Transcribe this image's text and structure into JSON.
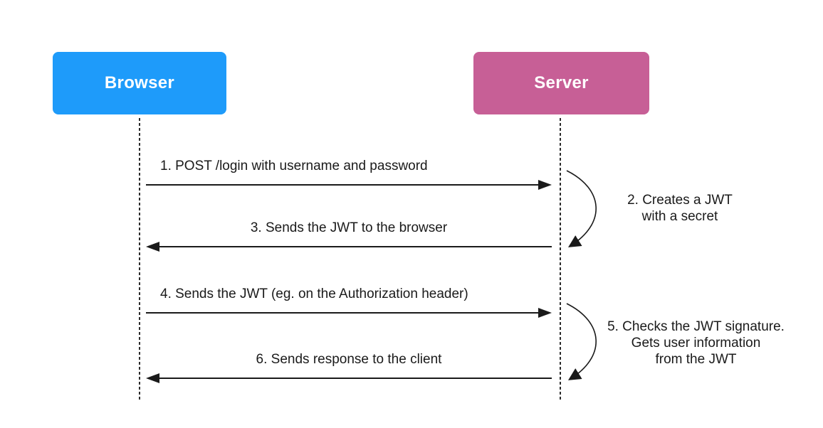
{
  "diagram": {
    "type": "sequence",
    "actors": [
      {
        "id": "browser",
        "label": "Browser"
      },
      {
        "id": "server",
        "label": "Server"
      }
    ],
    "messages": [
      {
        "step": 1,
        "kind": "arrow",
        "from": "browser",
        "to": "server",
        "label": "1. POST /login with username and password"
      },
      {
        "step": 2,
        "kind": "self",
        "actor": "server",
        "lines": [
          "2. Creates a JWT",
          "with a secret"
        ]
      },
      {
        "step": 3,
        "kind": "arrow",
        "from": "server",
        "to": "browser",
        "label": "3. Sends the JWT to the browser"
      },
      {
        "step": 4,
        "kind": "arrow",
        "from": "browser",
        "to": "server",
        "label": "4. Sends the JWT (eg. on the Authorization header)"
      },
      {
        "step": 5,
        "kind": "self",
        "actor": "server",
        "lines": [
          "5. Checks the JWT signature.",
          "Gets user information",
          "from the JWT"
        ]
      },
      {
        "step": 6,
        "kind": "arrow",
        "from": "server",
        "to": "browser",
        "label": "6. Sends response to the client"
      }
    ],
    "colors": {
      "browser_box": "#1e9bfa",
      "server_box": "#c75f96",
      "line": "#1a1a1a",
      "text": "#1a1a1a",
      "background": "#ffffff"
    }
  }
}
